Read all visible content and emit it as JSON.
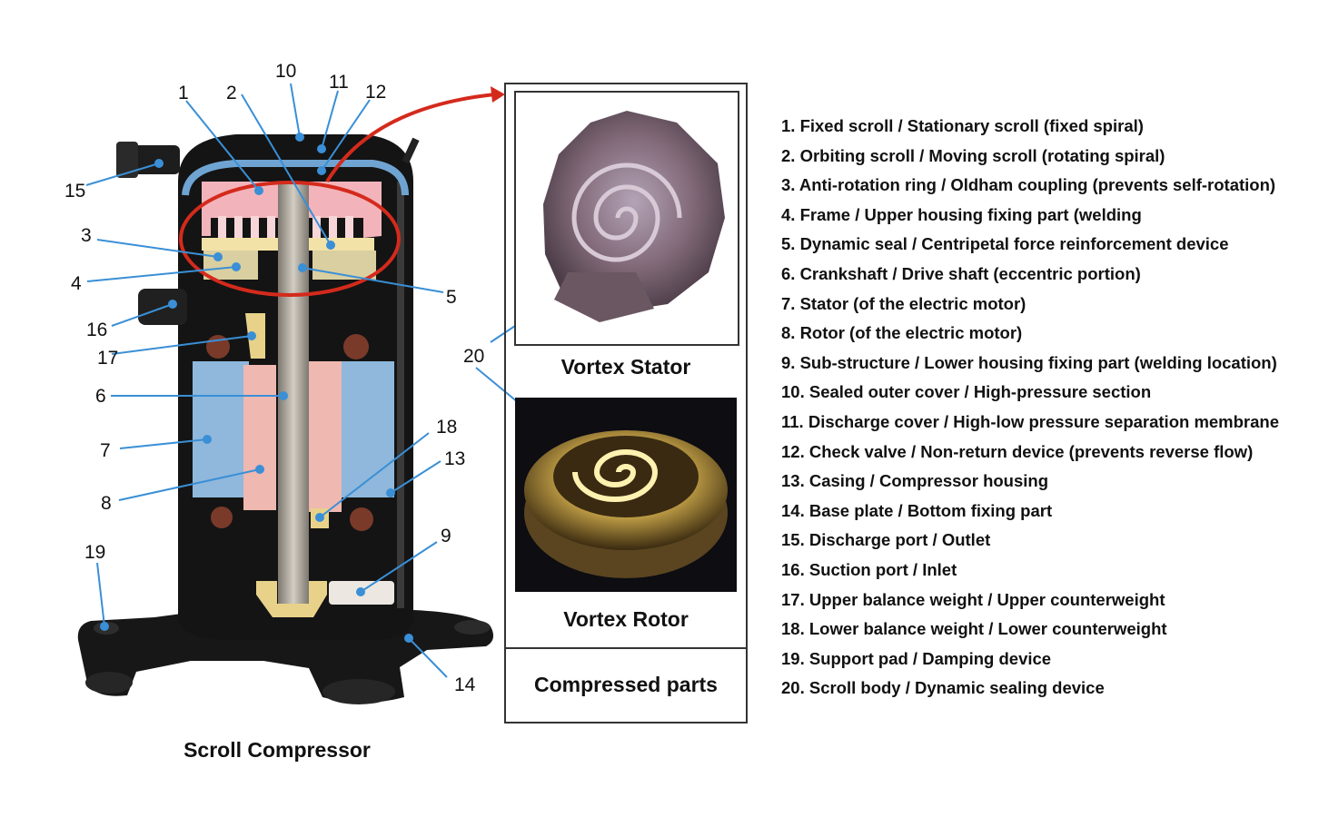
{
  "compressor_caption": "Scroll Compressor",
  "panel": {
    "stator_label": "Vortex Stator",
    "rotor_label": "Vortex Rotor",
    "footer_label": "Compressed parts"
  },
  "callout_numbers": [
    "1",
    "2",
    "3",
    "4",
    "5",
    "6",
    "7",
    "8",
    "9",
    "10",
    "11",
    "12",
    "13",
    "14",
    "15",
    "16",
    "17",
    "18",
    "19",
    "20"
  ],
  "legend": [
    "1.  Fixed scroll / Stationary scroll (fixed spiral)",
    "2.  Orbiting scroll / Moving scroll (rotating spiral)",
    "3. Anti-rotation ring / Oldham coupling (prevents self-rotation)",
    "4. Frame / Upper housing fixing part (welding",
    "5.  Dynamic seal / Centripetal force reinforcement device",
    "6.  Crankshaft / Drive shaft (eccentric portion)",
    "7.  Stator (of the electric motor)",
    "8. Rotor (of the electric motor)",
    "9. Sub-structure / Lower housing fixing part (welding location)",
    "10.  Sealed outer cover / High-pressure section",
    "11.  Discharge cover / High-low pressure separation membrane",
    "12.  Check valve / Non-return device (prevents reverse flow)",
    "13.  Casing / Compressor housing",
    "14. Base plate / Bottom fixing part",
    "15.  Discharge port / Outlet",
    "16. Suction port / Inlet",
    "17.  Upper balance weight / Upper counterweight",
    "18.  Lower balance weight / Lower counterweight",
    "19. Support pad / Damping device",
    "20.  Scroll body / Dynamic sealing device"
  ],
  "colors": {
    "callout_line": "#3a8fd6",
    "highlight_ellipse": "#d42a1c",
    "stator_blue": "#8fb8dc",
    "rotor_pink": "#efb8b0",
    "scroll_pink": "#f2b4ba",
    "shaft_gray": "#a9a49b",
    "body_black": "#141414"
  }
}
